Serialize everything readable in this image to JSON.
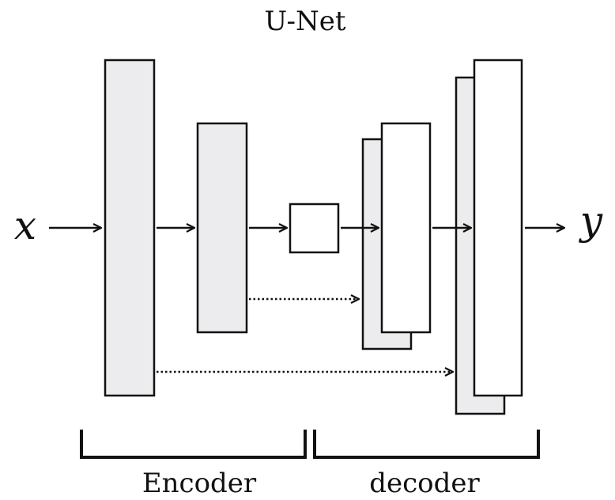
{
  "diagram": {
    "title": "U-Net",
    "input_label": "x",
    "output_label": "y",
    "encoder_label": "Encoder",
    "decoder_label": "decoder"
  },
  "colors": {
    "block_fill_encoder": "#ececee",
    "block_fill_decoder_back": "#ececee",
    "block_fill_decoder_front": "#ffffff",
    "stroke": "#111111"
  }
}
